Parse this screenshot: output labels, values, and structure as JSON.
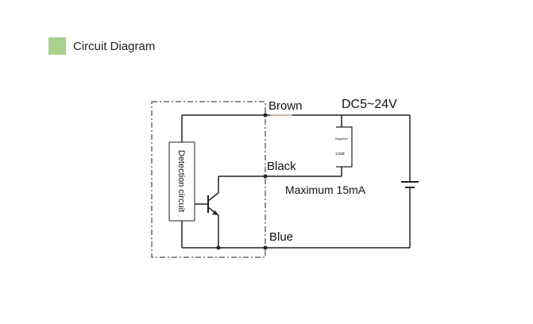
{
  "header": {
    "title": "Circuit Diagram",
    "marker_color": "#a9d18e"
  },
  "diagram": {
    "detection_block": "Detection circuit",
    "wires": {
      "brown": "Brown",
      "black": "Black",
      "blue": "Blue"
    },
    "supply": "DC5~24V",
    "load_top": "Negative",
    "load_bottom": "Load",
    "max_current": "Maximum 15mA",
    "colors": {
      "line": "#222222",
      "brown_wire_hint": "#c9b7a2"
    }
  }
}
